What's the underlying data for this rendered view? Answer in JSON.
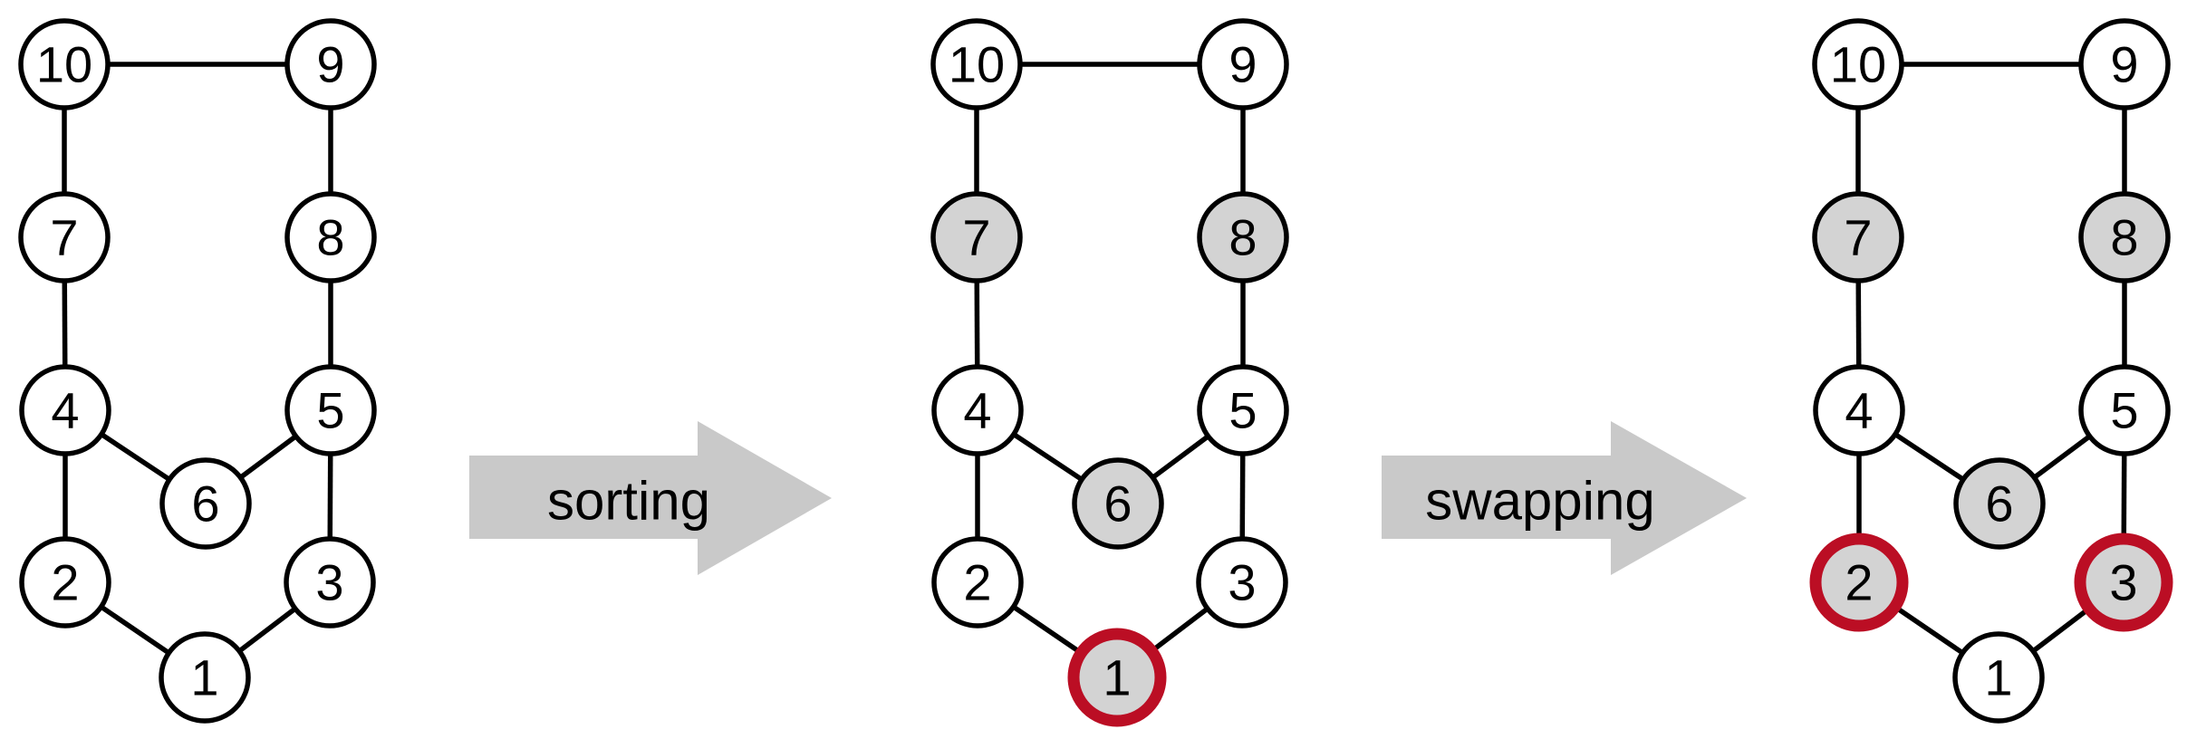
{
  "figure": {
    "background": "#ffffff",
    "colors": {
      "node_fill": "#ffffff",
      "node_marked_fill": "#d3d3d3",
      "node_stroke": "#000000",
      "active_ring": "#bb0e24",
      "arrow_fill": "#c9c9c9",
      "text": "#000000"
    },
    "arrows": [
      {
        "label": "sorting"
      },
      {
        "label": "swapping"
      }
    ],
    "graphs": [
      {
        "name": "original",
        "nodes": [
          {
            "label": "10",
            "state": "normal"
          },
          {
            "label": "9",
            "state": "normal"
          },
          {
            "label": "7",
            "state": "normal"
          },
          {
            "label": "8",
            "state": "normal"
          },
          {
            "label": "4",
            "state": "normal"
          },
          {
            "label": "5",
            "state": "normal"
          },
          {
            "label": "6",
            "state": "normal"
          },
          {
            "label": "2",
            "state": "normal"
          },
          {
            "label": "3",
            "state": "normal"
          },
          {
            "label": "1",
            "state": "normal"
          }
        ],
        "edges": [
          [
            "10",
            "9"
          ],
          [
            "10",
            "7"
          ],
          [
            "7",
            "4"
          ],
          [
            "4",
            "6"
          ],
          [
            "4",
            "2"
          ],
          [
            "2",
            "1"
          ],
          [
            "9",
            "8"
          ],
          [
            "8",
            "5"
          ],
          [
            "5",
            "6"
          ],
          [
            "5",
            "3"
          ],
          [
            "3",
            "1"
          ]
        ]
      },
      {
        "name": "after-sorting",
        "nodes": [
          {
            "label": "10",
            "state": "normal"
          },
          {
            "label": "9",
            "state": "normal"
          },
          {
            "label": "7",
            "state": "marked"
          },
          {
            "label": "8",
            "state": "marked"
          },
          {
            "label": "4",
            "state": "normal"
          },
          {
            "label": "5",
            "state": "normal"
          },
          {
            "label": "6",
            "state": "marked"
          },
          {
            "label": "2",
            "state": "normal"
          },
          {
            "label": "3",
            "state": "normal"
          },
          {
            "label": "1",
            "state": "active"
          }
        ],
        "edges": [
          [
            "10",
            "9"
          ],
          [
            "10",
            "7"
          ],
          [
            "7",
            "4"
          ],
          [
            "4",
            "6"
          ],
          [
            "4",
            "2"
          ],
          [
            "2",
            "1"
          ],
          [
            "9",
            "8"
          ],
          [
            "8",
            "5"
          ],
          [
            "5",
            "6"
          ],
          [
            "5",
            "3"
          ],
          [
            "3",
            "1"
          ]
        ]
      },
      {
        "name": "after-swapping",
        "nodes": [
          {
            "label": "10",
            "state": "normal"
          },
          {
            "label": "9",
            "state": "normal"
          },
          {
            "label": "7",
            "state": "marked"
          },
          {
            "label": "8",
            "state": "marked"
          },
          {
            "label": "4",
            "state": "normal"
          },
          {
            "label": "5",
            "state": "normal"
          },
          {
            "label": "6",
            "state": "marked"
          },
          {
            "label": "2",
            "state": "active"
          },
          {
            "label": "3",
            "state": "active"
          },
          {
            "label": "1",
            "state": "normal"
          }
        ],
        "edges": [
          [
            "10",
            "9"
          ],
          [
            "10",
            "7"
          ],
          [
            "7",
            "4"
          ],
          [
            "4",
            "6"
          ],
          [
            "4",
            "2"
          ],
          [
            "2",
            "1"
          ],
          [
            "9",
            "8"
          ],
          [
            "8",
            "5"
          ],
          [
            "5",
            "6"
          ],
          [
            "5",
            "3"
          ],
          [
            "3",
            "1"
          ]
        ]
      }
    ]
  }
}
